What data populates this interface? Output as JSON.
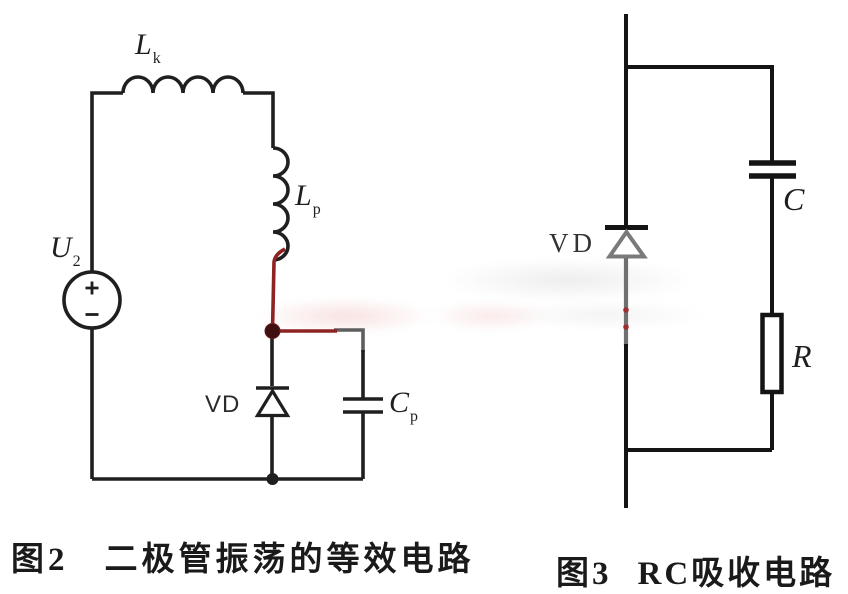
{
  "figure2": {
    "caption_number": "图2",
    "caption_title": "二极管振荡的等效电路",
    "source_label": {
      "main": "U",
      "sub": "2"
    },
    "lk_label": {
      "main": "L",
      "sub": "k"
    },
    "lp_label": {
      "main": "L",
      "sub": "p"
    },
    "diode_label": "VD",
    "capacitor_label": {
      "main": "C",
      "sub": "p"
    }
  },
  "figure3": {
    "caption_number": "图3",
    "caption_title": "RC吸收电路",
    "diode_label": "VD",
    "capacitor_label": "C",
    "resistor_label": "R"
  },
  "colors": {
    "wire_black": "#1f1f1f",
    "wire_gray": "#5e5e5e",
    "highlight_red": "#8d2323",
    "junction_red": "#401010",
    "diode_gray": "#7a7a7a"
  }
}
